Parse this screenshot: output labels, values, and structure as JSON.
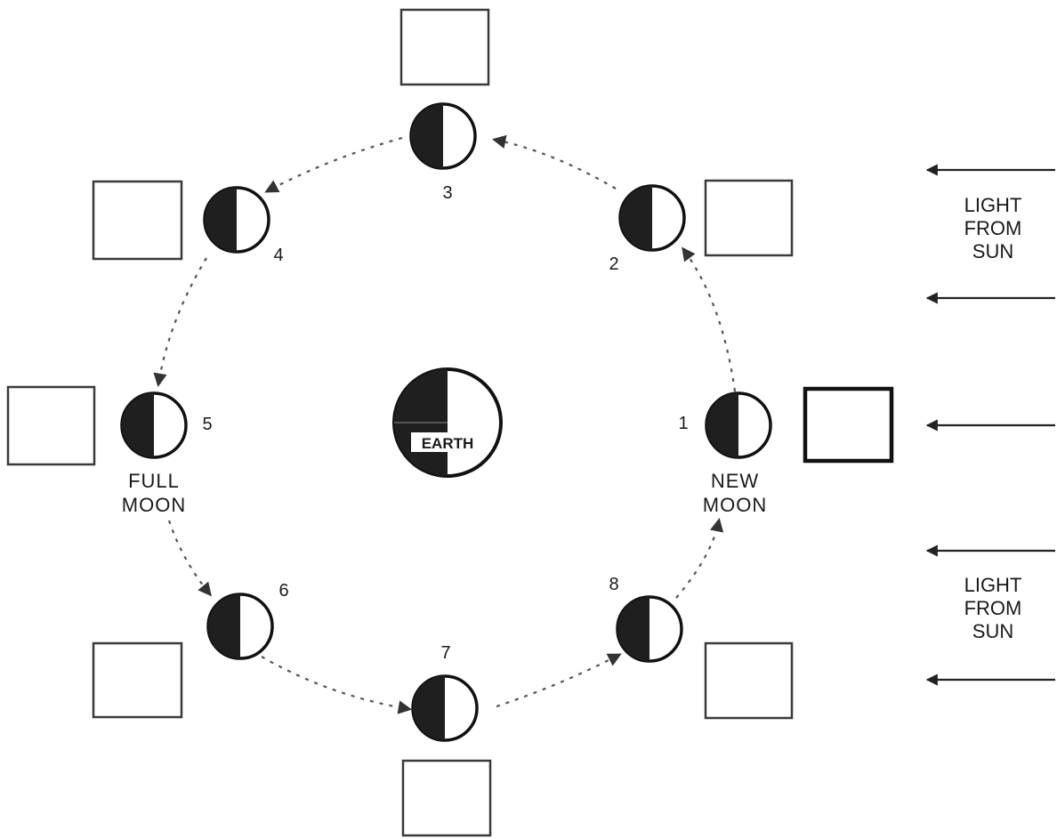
{
  "earth": {
    "label": "EARTH"
  },
  "positions": [
    {
      "number": "1",
      "phase_label": [
        "NEW",
        "MOON"
      ]
    },
    {
      "number": "2"
    },
    {
      "number": "3"
    },
    {
      "number": "4"
    },
    {
      "number": "5",
      "phase_label": [
        "FULL",
        "MOON"
      ]
    },
    {
      "number": "6"
    },
    {
      "number": "7"
    },
    {
      "number": "8"
    }
  ],
  "sunlight": {
    "upper": [
      "LIGHT",
      "FROM",
      "SUN"
    ],
    "lower": [
      "LIGHT",
      "FROM",
      "SUN"
    ]
  },
  "colors": {
    "ink": "#1a1a1a",
    "shade": "#1f1f1f",
    "paper": "#ffffff"
  }
}
